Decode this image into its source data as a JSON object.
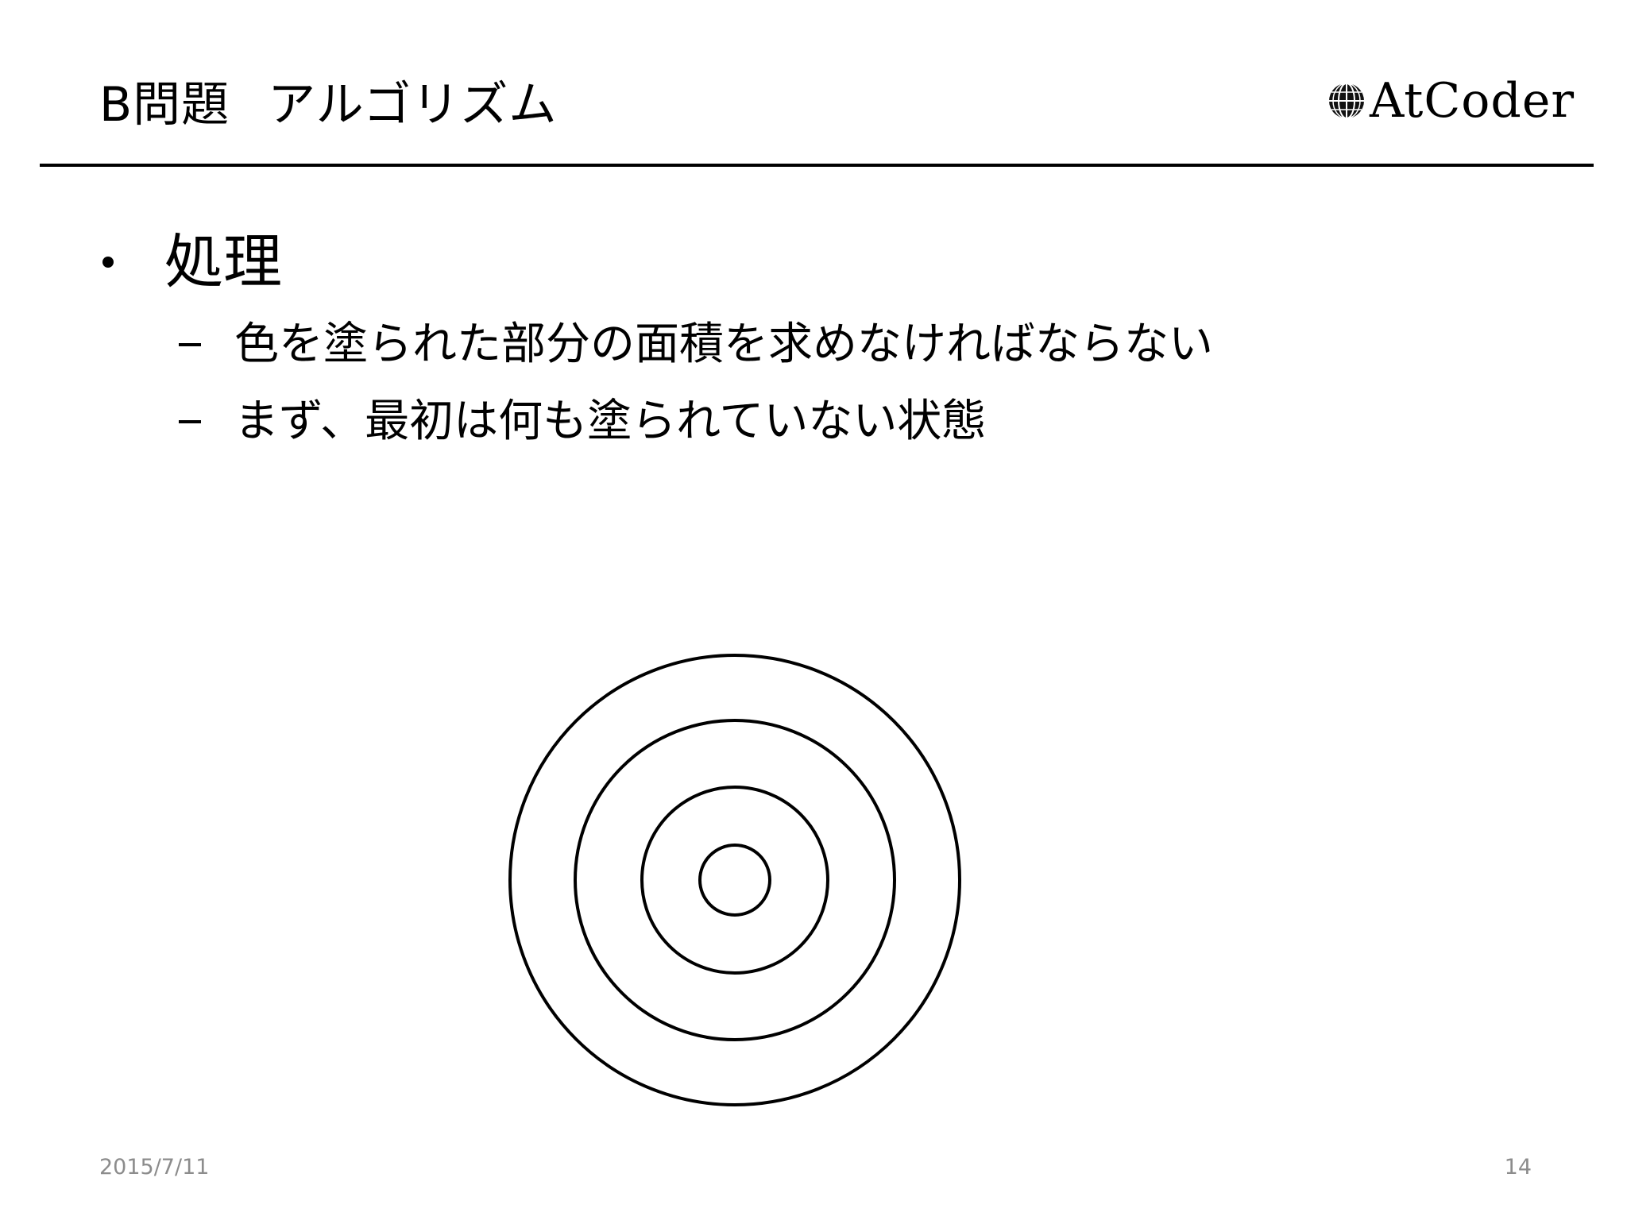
{
  "slide": {
    "title": "B問題",
    "subtitle": "アルゴリズム",
    "logo": {
      "text": "AtCoder",
      "icon": "globe-icon"
    },
    "bullets": [
      {
        "text": "処理",
        "sub_items": [
          "色を塗られた部分の面積を求めなければならない",
          "まず、最初は何も塗られていない状態"
        ]
      }
    ],
    "diagram": {
      "type": "concentric-circles",
      "circle_count": 4,
      "fill": "none",
      "stroke_color": "#000000"
    },
    "footer": {
      "date": "2015/7/11",
      "page_number": "14"
    }
  }
}
